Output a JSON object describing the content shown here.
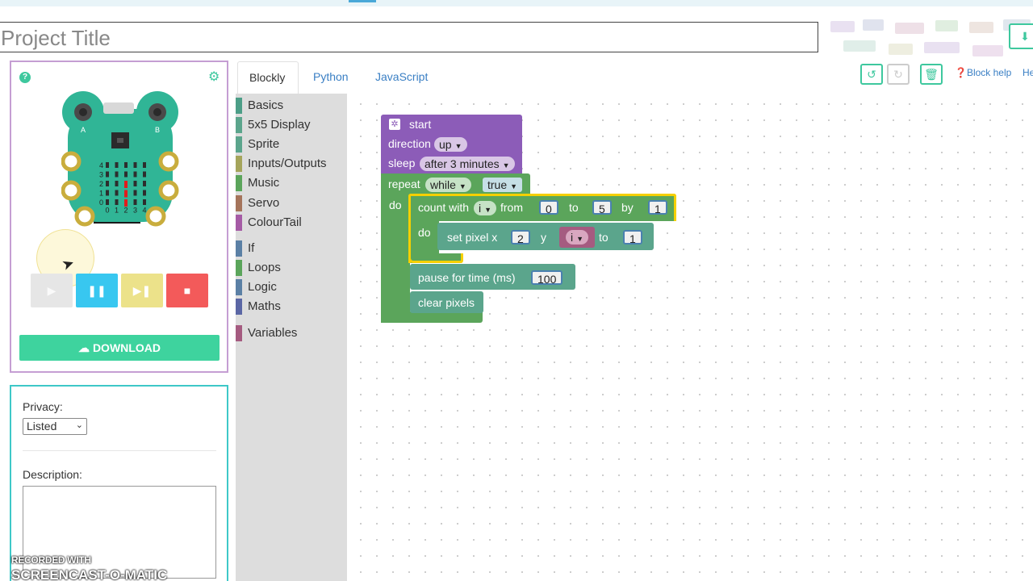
{
  "project": {
    "title_placeholder": "Project Title"
  },
  "simulator": {
    "button_a": "A",
    "button_b": "B",
    "row_labels": [
      "4",
      "3",
      "2",
      "1",
      "0"
    ],
    "col_labels": [
      "0",
      "1",
      "2",
      "3",
      "4"
    ],
    "lit_pixels": [
      [
        2,
        2
      ],
      [
        2,
        1
      ],
      [
        2,
        0
      ]
    ],
    "controls": {
      "play": "play",
      "pause": "pause",
      "step": "step",
      "stop": "stop"
    },
    "download_label": "DOWNLOAD"
  },
  "properties": {
    "privacy_label": "Privacy:",
    "privacy_value": "Listed",
    "description_label": "Description:"
  },
  "editor": {
    "tabs": [
      "Blockly",
      "Python",
      "JavaScript"
    ],
    "active_tab": "Blockly",
    "block_help": "Block help",
    "help": "He"
  },
  "toolbox": {
    "categories": [
      {
        "label": "Basics",
        "color": "#4c9e87"
      },
      {
        "label": "5x5 Display",
        "color": "#5ba58c"
      },
      {
        "label": "Sprite",
        "color": "#5ba58c"
      },
      {
        "label": "Inputs/Outputs",
        "color": "#a5a55b"
      },
      {
        "label": "Music",
        "color": "#5ba55b"
      },
      {
        "label": "Servo",
        "color": "#a5745b"
      },
      {
        "label": "ColourTail",
        "color": "#a55ba5"
      },
      {
        "label": "If",
        "color": "#5b80a5"
      },
      {
        "label": "Loops",
        "color": "#5ba55b"
      },
      {
        "label": "Logic",
        "color": "#5b80a5"
      },
      {
        "label": "Maths",
        "color": "#5b67a5"
      },
      {
        "label": "Variables",
        "color": "#a55b80"
      }
    ]
  },
  "blocks": {
    "start": "start",
    "direction_label": "direction",
    "direction_value": "up",
    "sleep_label": "sleep",
    "sleep_value": "after 3 minutes",
    "repeat_label": "repeat",
    "repeat_mode": "while",
    "repeat_value": "true",
    "do": "do",
    "count_with": "count with",
    "count_var": "i",
    "from": "from",
    "from_value": "0",
    "to": "to",
    "to_value": "5",
    "by": "by",
    "by_value": "1",
    "set_pixel": "set pixel x",
    "set_x": "2",
    "y": "y",
    "set_y": "i",
    "set_to": "to",
    "set_value": "1",
    "pause": "pause for time (ms)",
    "pause_value": "100",
    "clear": "clear pixels"
  },
  "watermark": {
    "line1": "RECORDED WITH",
    "line2": "SCREENCAST-O-MATIC"
  },
  "colors": {
    "accent": "#3ec89e",
    "purple": "#8c5cb8",
    "loop_green": "#5ba55b",
    "teal": "#5ba58c",
    "yellow_highlight": "#f5d000"
  }
}
